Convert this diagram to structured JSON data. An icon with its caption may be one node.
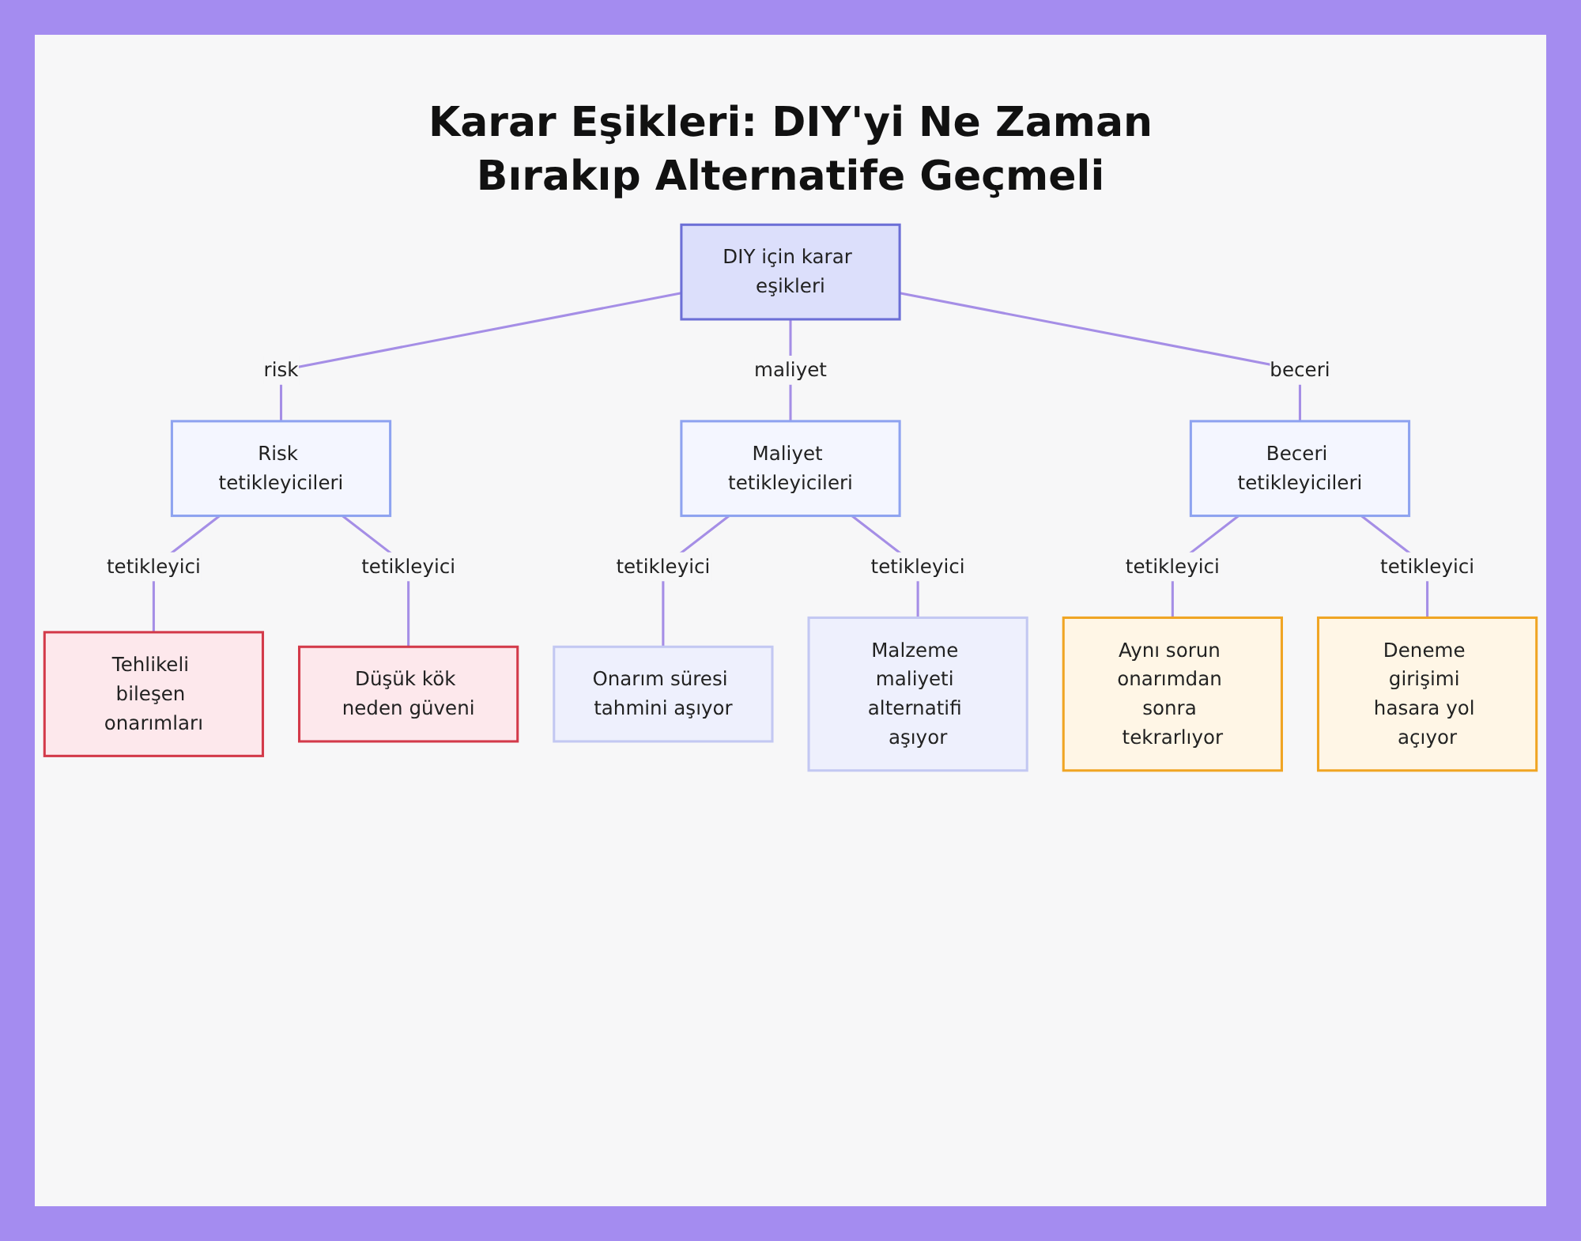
{
  "diagram": {
    "title": "Karar Eşikleri: DIY'yi Ne Zaman Bırakıp Alternatife Geçmeli",
    "nodes": [
      {
        "text": [
          "DIY için karar eşikleri"
        ]
      },
      {
        "text": [
          "Risk tetikleyicileri"
        ]
      },
      {
        "text": [
          "Maliyet tetikleyicileri"
        ]
      },
      {
        "text": [
          "Beceri tetikleyicileri"
        ]
      },
      {
        "text": [
          "Tehlikeli bileşen onarımları"
        ]
      },
      {
        "text": [
          "Düşük kök neden güveni"
        ]
      },
      {
        "text": [
          "Onarım süresi tahmini aşıyor"
        ]
      },
      {
        "text": [
          "Malzeme maliyeti alternatifi aşıyor"
        ]
      },
      {
        "text": [
          "Aynı sorun onarımdan sonra tekrarlıyor"
        ]
      },
      {
        "text": [
          "Deneme girişimi hasara yol açıyor"
        ]
      }
    ],
    "edges": [
      {
        "from": 0,
        "to": 1,
        "arrow": "none",
        "label": "risk"
      },
      {
        "from": 0,
        "to": 2,
        "arrow": "none",
        "label": "maliyet"
      },
      {
        "from": 0,
        "to": 3,
        "arrow": "none",
        "label": "beceri"
      },
      {
        "from": 1,
        "to": 4,
        "arrow": "none",
        "label": "tetikleyici"
      },
      {
        "from": 1,
        "to": 5,
        "arrow": "none",
        "label": "tetikleyici"
      },
      {
        "from": 2,
        "to": 6,
        "arrow": "none",
        "label": "tetikleyici"
      },
      {
        "from": 2,
        "to": 7,
        "arrow": "none",
        "label": "tetikleyici"
      },
      {
        "from": 3,
        "to": 8,
        "arrow": "none",
        "label": "tetikleyici"
      },
      {
        "from": 3,
        "to": 9,
        "arrow": "none",
        "label": "tetikleyici"
      }
    ]
  }
}
